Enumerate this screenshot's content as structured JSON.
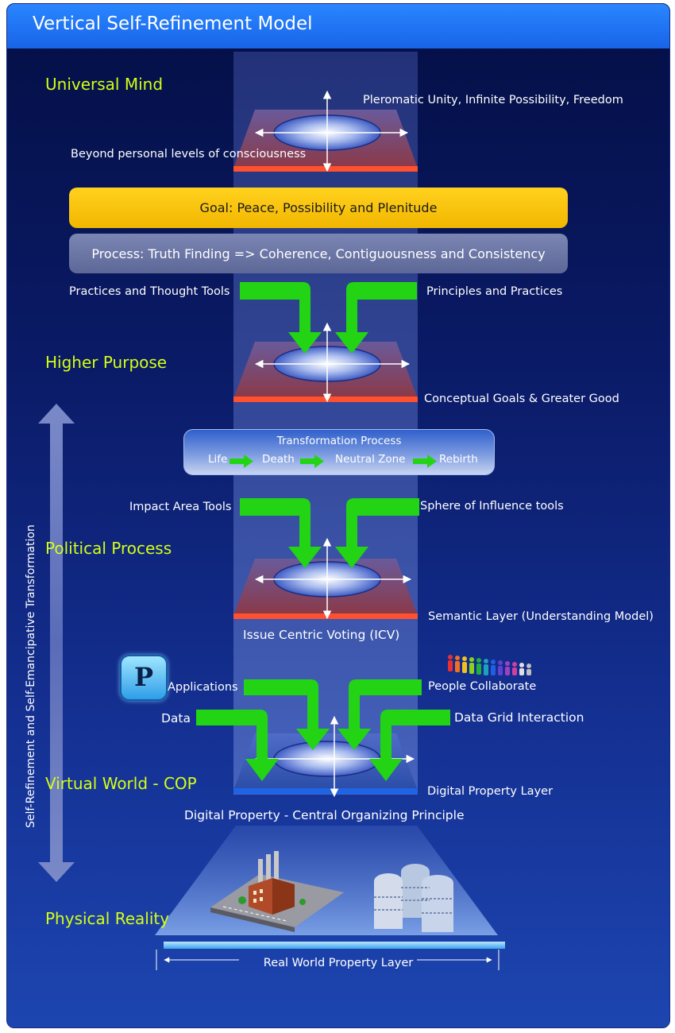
{
  "header": {
    "title": "Vertical Self-Refinement Model"
  },
  "levels": {
    "universal_mind": "Universal Mind",
    "higher_purpose": "Higher Purpose",
    "political_process": "Political Process",
    "virtual_world": "Virtual World - COP",
    "physical_reality": "Physical Reality"
  },
  "labels": {
    "pleromatic": "Pleromatic Unity, Infinite Possibility, Freedom",
    "beyond": "Beyond personal levels of consciousness",
    "practices_tools": "Practices and Thought Tools",
    "principles_practices": "Principles and Practices",
    "conceptual_goals": "Conceptual Goals & Greater Good",
    "impact_tools": "Impact Area Tools",
    "sphere_tools": "Sphere of Influence tools",
    "semantic_layer": "Semantic Layer (Understanding Model)",
    "icv": "Issue Centric Voting (ICV)",
    "applications": "Applications",
    "people_collaborate": "People Collaborate",
    "data": "Data",
    "data_grid": "Data Grid Interaction",
    "digital_property_layer": "Digital Property Layer",
    "central_principle": "Digital Property - Central Organizing Principle",
    "real_world_layer": "Real World Property Layer",
    "vertical_axis": "Self-Refinement and Self-Emancipative Transformation"
  },
  "bars": {
    "goal": "Goal: Peace, Possibility and Plenitude",
    "process": "Process: Truth Finding => Coherence, Contiguousness and Consistency"
  },
  "transformation": {
    "title": "Transformation Process",
    "stages": [
      "Life",
      "Death",
      "Neutral Zone",
      "Rebirth"
    ]
  },
  "app_icon_letter": "P",
  "colors": {
    "title_bar": "#1e6ff0",
    "level_text": "#d4ff14",
    "goal_bar": "#ffcc00",
    "process_bar": "#6a75a6",
    "flow_arrows": "#22d414",
    "red_layer": "#ff5030",
    "blue_layer": "#1e64e6"
  }
}
